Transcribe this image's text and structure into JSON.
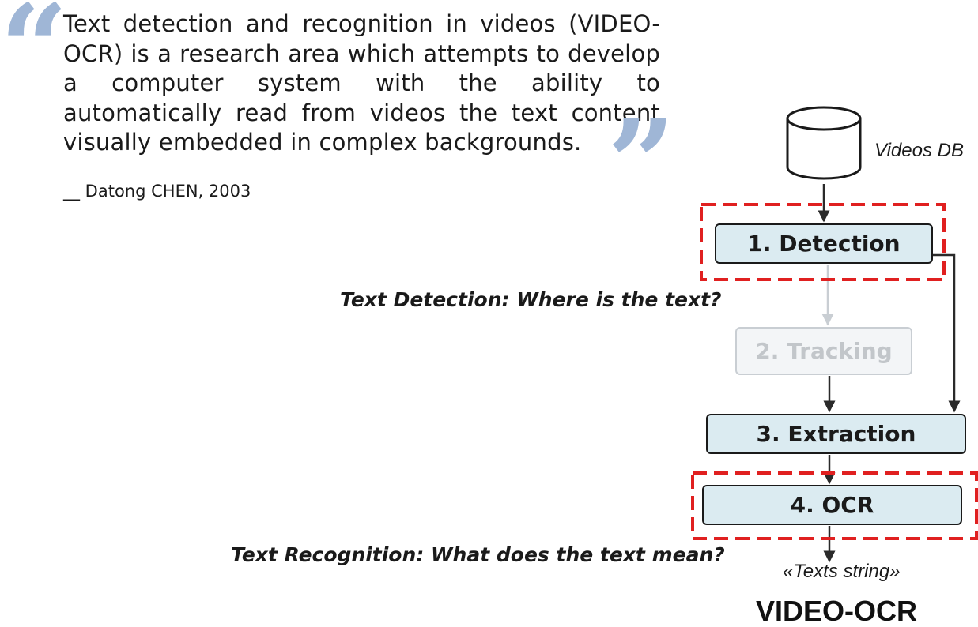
{
  "quote": {
    "text": "Text detection and recognition in videos (VIDEO-OCR) is a research area which attempts to develop a computer system with the ability to automatically read from videos the text content visually embedded in complex backgrounds.",
    "author": "__ Datong CHEN, 2003",
    "open_mark": "“",
    "close_mark": "”",
    "mark_color": "#9fb6d6"
  },
  "captions": {
    "detection": "Text Detection: Where is the text?",
    "recognition": "Text Recognition: What does the text mean?"
  },
  "diagram": {
    "title": "VIDEO-OCR",
    "database_label": "Videos DB",
    "output_label": "«Texts string»",
    "nodes": [
      {
        "label": "1. Detection",
        "faded": false
      },
      {
        "label": "2. Tracking",
        "faded": true
      },
      {
        "label": "3. Extraction",
        "faded": false
      },
      {
        "label": "4. OCR",
        "faded": false
      }
    ],
    "colors": {
      "node_fill": "#dbebf1",
      "highlight_dash": "#e02020",
      "faded": "#c9ced3"
    }
  }
}
